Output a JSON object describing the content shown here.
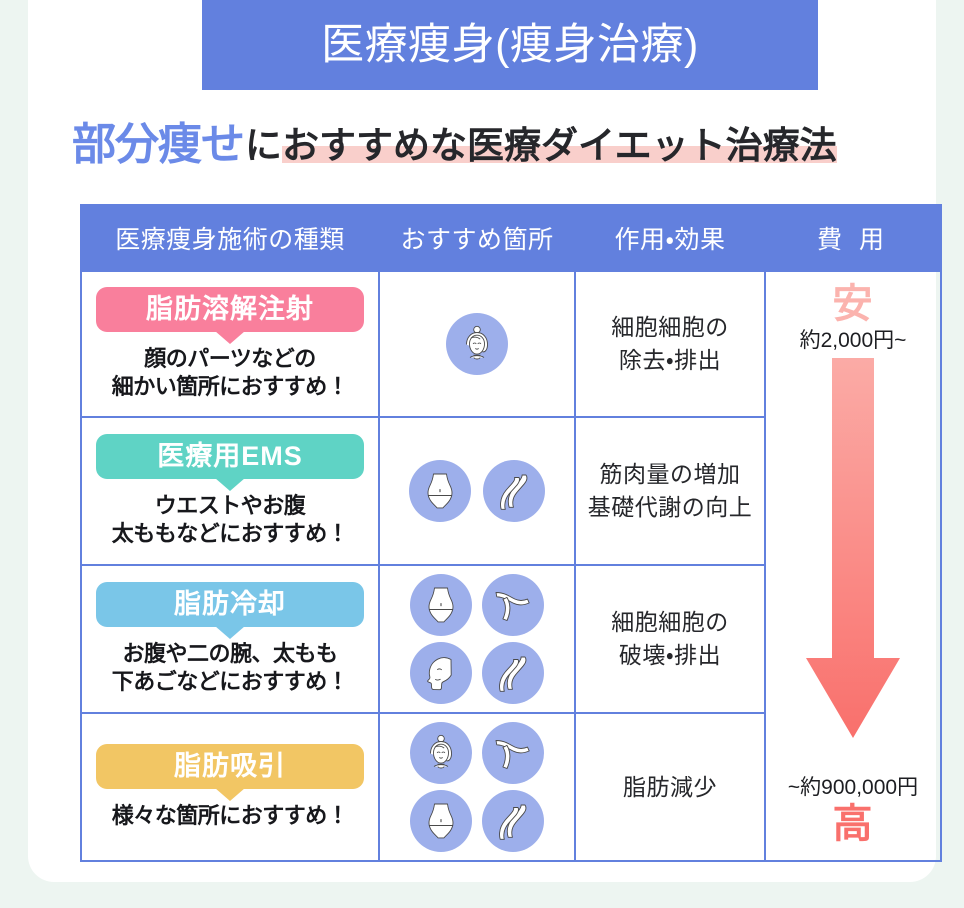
{
  "page": {
    "background_color": "#edf5f1",
    "card_color": "#ffffff"
  },
  "banner": {
    "title": "医療痩身(痩身治療)",
    "background_color": "#6280de",
    "text_color": "#ffffff"
  },
  "subtitle": {
    "accent": "部分痩せ",
    "accent_color": "#6b8ae8",
    "plain_before": "に",
    "highlighted": "おすすめな医療ダイエット治療法",
    "highlight_color": "#f9cfcb",
    "text_color": "#26272b"
  },
  "table": {
    "border_color": "#6280de",
    "header_background": "#6280de",
    "headers": [
      "医療痩身施術の種類",
      "おすすめ箇所",
      "作用・効果",
      "費 用"
    ],
    "rows": [
      {
        "badge": "脂肪溶解注射",
        "badge_color": "#f97f9c",
        "description": "顔のパーツなどの\n細かい箇所におすすめ！",
        "areas": [
          "face-icon"
        ],
        "effect": "細胞細胞の\n除去・排出"
      },
      {
        "badge": "医療用EMS",
        "badge_color": "#5fd3c5",
        "description": "ウエストやお腹\n太ももなどにおすすめ！",
        "areas": [
          "torso-icon",
          "leg-icon"
        ],
        "effect": "筋肉量の増加\n基礎代謝の向上"
      },
      {
        "badge": "脂肪冷却",
        "badge_color": "#7ac6e8",
        "description": "お腹や二の腕、太もも\n下あごなどにおすすめ！",
        "areas": [
          "torso-icon",
          "arm-icon",
          "face-profile-icon",
          "leg-icon"
        ],
        "effect": "細胞細胞の\n破壊・排出"
      },
      {
        "badge": "脂肪吸引",
        "badge_color": "#f2c664",
        "description": "様々な箇所におすすめ！",
        "areas": [
          "face-icon",
          "arm-icon",
          "torso-icon",
          "leg-icon"
        ],
        "effect": "脂肪減少"
      }
    ]
  },
  "cost": {
    "low_label": "安",
    "low_label_color": "#fbb3ae",
    "low_amount": "約2,000円~",
    "high_label": "高",
    "high_label_color": "#f9706c",
    "high_amount": "~約900,000円",
    "arrow_gradient_top": "#fbaba6",
    "arrow_gradient_bottom": "#f9706c"
  }
}
